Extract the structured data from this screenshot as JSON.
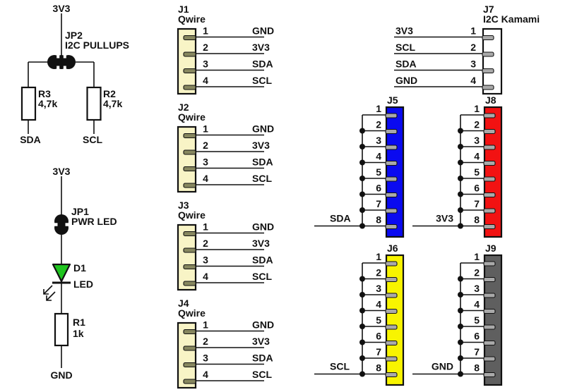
{
  "colors": {
    "wire": "#111111",
    "qwire_body": "#f8f4c6",
    "qwire_stub": "#87875f",
    "header_stub": "#a9a9a9",
    "kamami_body": "#ffffff",
    "led_green": "#1fc51f",
    "j5_blue": "#0a0af0",
    "j8_red": "#f21212",
    "j6_yellow": "#f8f400",
    "j9_gray": "#5f5f5f"
  },
  "pullup_circuit": {
    "top_net": "3V3",
    "jumper": {
      "ref": "JP2",
      "name": "I2C PULLUPS"
    },
    "resistors": [
      {
        "ref": "R3",
        "value": "4,7k",
        "net": "SDA"
      },
      {
        "ref": "R2",
        "value": "4,7k",
        "net": "SCL"
      }
    ]
  },
  "led_circuit": {
    "top_net": "3V3",
    "jumper": {
      "ref": "JP1",
      "name": "PWR LED"
    },
    "diode": {
      "ref": "D1",
      "value": "LED"
    },
    "resistor": {
      "ref": "R1",
      "value": "1k"
    },
    "bottom_net": "GND"
  },
  "qwire_connectors": [
    {
      "ref": "J1",
      "type": "Qwire",
      "pins": [
        {
          "number": "1",
          "net": "GND"
        },
        {
          "number": "2",
          "net": "3V3"
        },
        {
          "number": "3",
          "net": "SDA"
        },
        {
          "number": "4",
          "net": "SCL"
        }
      ]
    },
    {
      "ref": "J2",
      "type": "Qwire",
      "pins": [
        {
          "number": "1",
          "net": "GND"
        },
        {
          "number": "2",
          "net": "3V3"
        },
        {
          "number": "3",
          "net": "SDA"
        },
        {
          "number": "4",
          "net": "SCL"
        }
      ]
    },
    {
      "ref": "J3",
      "type": "Qwire",
      "pins": [
        {
          "number": "1",
          "net": "GND"
        },
        {
          "number": "2",
          "net": "3V3"
        },
        {
          "number": "3",
          "net": "SDA"
        },
        {
          "number": "4",
          "net": "SCL"
        }
      ]
    },
    {
      "ref": "J4",
      "type": "Qwire",
      "pins": [
        {
          "number": "1",
          "net": "GND"
        },
        {
          "number": "2",
          "net": "3V3"
        },
        {
          "number": "3",
          "net": "SDA"
        },
        {
          "number": "4",
          "net": "SCL"
        }
      ]
    }
  ],
  "kamami_connector": {
    "ref": "J7",
    "type": "I2C Kamami",
    "pins": [
      {
        "number": "1",
        "net": "3V3"
      },
      {
        "number": "2",
        "net": "SCL"
      },
      {
        "number": "3",
        "net": "SDA"
      },
      {
        "number": "4",
        "net": "GND"
      }
    ]
  },
  "header_connectors": [
    {
      "ref": "J5",
      "color_key": "j5_blue",
      "bus_net": "SDA",
      "pins": [
        "1",
        "2",
        "3",
        "4",
        "5",
        "6",
        "7",
        "8"
      ]
    },
    {
      "ref": "J8",
      "color_key": "j8_red",
      "bus_net": "3V3",
      "pins": [
        "1",
        "2",
        "3",
        "4",
        "5",
        "6",
        "7",
        "8"
      ]
    },
    {
      "ref": "J6",
      "color_key": "j6_yellow",
      "bus_net": "SCL",
      "pins": [
        "1",
        "2",
        "3",
        "4",
        "5",
        "6",
        "7",
        "8"
      ]
    },
    {
      "ref": "J9",
      "color_key": "j9_gray",
      "bus_net": "GND",
      "pins": [
        "1",
        "2",
        "3",
        "4",
        "5",
        "6",
        "7",
        "8"
      ]
    }
  ]
}
